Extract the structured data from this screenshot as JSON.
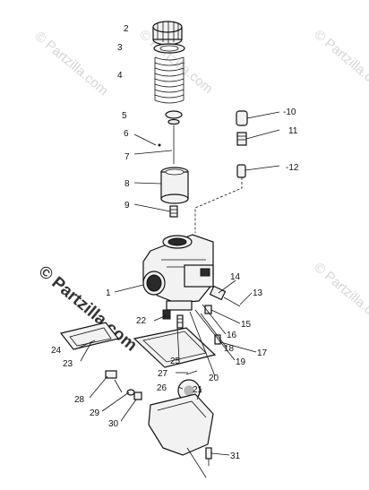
{
  "watermark": {
    "text": "© Partzilla.com",
    "color_light": "#d6d6d6",
    "color_dark": "#333333"
  },
  "callouts": [
    {
      "id": "2",
      "text": "2"
    },
    {
      "id": "3",
      "text": "3"
    },
    {
      "id": "4",
      "text": "4"
    },
    {
      "id": "5",
      "text": "5"
    },
    {
      "id": "6",
      "text": "6"
    },
    {
      "id": "7",
      "text": "7"
    },
    {
      "id": "8",
      "text": "8"
    },
    {
      "id": "9",
      "text": "9"
    },
    {
      "id": "10",
      "text": "-10"
    },
    {
      "id": "11",
      "text": "11"
    },
    {
      "id": "12",
      "text": "-12"
    },
    {
      "id": "1",
      "text": "1"
    },
    {
      "id": "13",
      "text": "13"
    },
    {
      "id": "14",
      "text": "14"
    },
    {
      "id": "15",
      "text": "15"
    },
    {
      "id": "16",
      "text": "16"
    },
    {
      "id": "17",
      "text": "17"
    },
    {
      "id": "18",
      "text": "18"
    },
    {
      "id": "19",
      "text": "19"
    },
    {
      "id": "20",
      "text": "20"
    },
    {
      "id": "21",
      "text": "21"
    },
    {
      "id": "22",
      "text": "22"
    },
    {
      "id": "23",
      "text": "23"
    },
    {
      "id": "24",
      "text": "24"
    },
    {
      "id": "25",
      "text": "25"
    },
    {
      "id": "26",
      "text": "26"
    },
    {
      "id": "27",
      "text": "27"
    },
    {
      "id": "28",
      "text": "28"
    },
    {
      "id": "29",
      "text": "29"
    },
    {
      "id": "30",
      "text": "30"
    },
    {
      "id": "31",
      "text": "31"
    }
  ]
}
